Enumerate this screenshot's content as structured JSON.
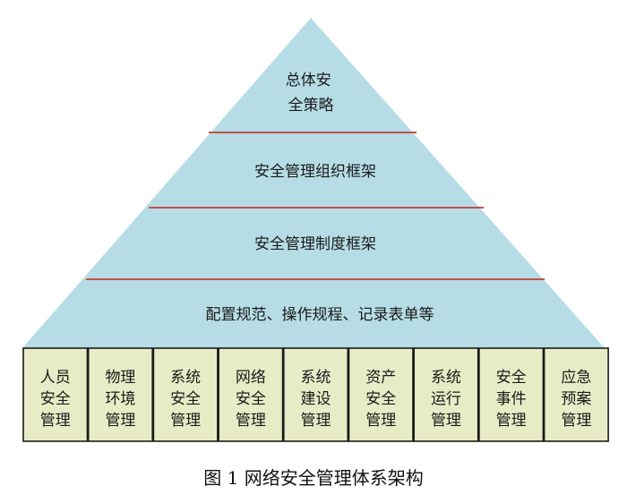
{
  "colors": {
    "pyramid_fill": "#b6dde6",
    "divider": "#c0504d",
    "box_fill": "#e8ecc6",
    "box_border": "#1a1a1a"
  },
  "pyramid": {
    "apex": {
      "lines": [
        "总体安",
        "全策略"
      ]
    },
    "tiers": [
      {
        "label": "安全管理组织框架"
      },
      {
        "label": "安全管理制度框架"
      },
      {
        "label": "配置规范、操作规程、记录表单等"
      }
    ]
  },
  "boxes": [
    {
      "lines": [
        "人员",
        "安全",
        "管理"
      ]
    },
    {
      "lines": [
        "物理",
        "环境",
        "管理"
      ]
    },
    {
      "lines": [
        "系统",
        "安全",
        "管理"
      ]
    },
    {
      "lines": [
        "网络",
        "安全",
        "管理"
      ]
    },
    {
      "lines": [
        "系统",
        "建设",
        "管理"
      ]
    },
    {
      "lines": [
        "资产",
        "安全",
        "管理"
      ]
    },
    {
      "lines": [
        "系统",
        "运行",
        "管理"
      ]
    },
    {
      "lines": [
        "安全",
        "事件",
        "管理"
      ]
    },
    {
      "lines": [
        "应急",
        "预案",
        "管理"
      ]
    }
  ],
  "caption": "图 1 网络安全管理体系架构"
}
